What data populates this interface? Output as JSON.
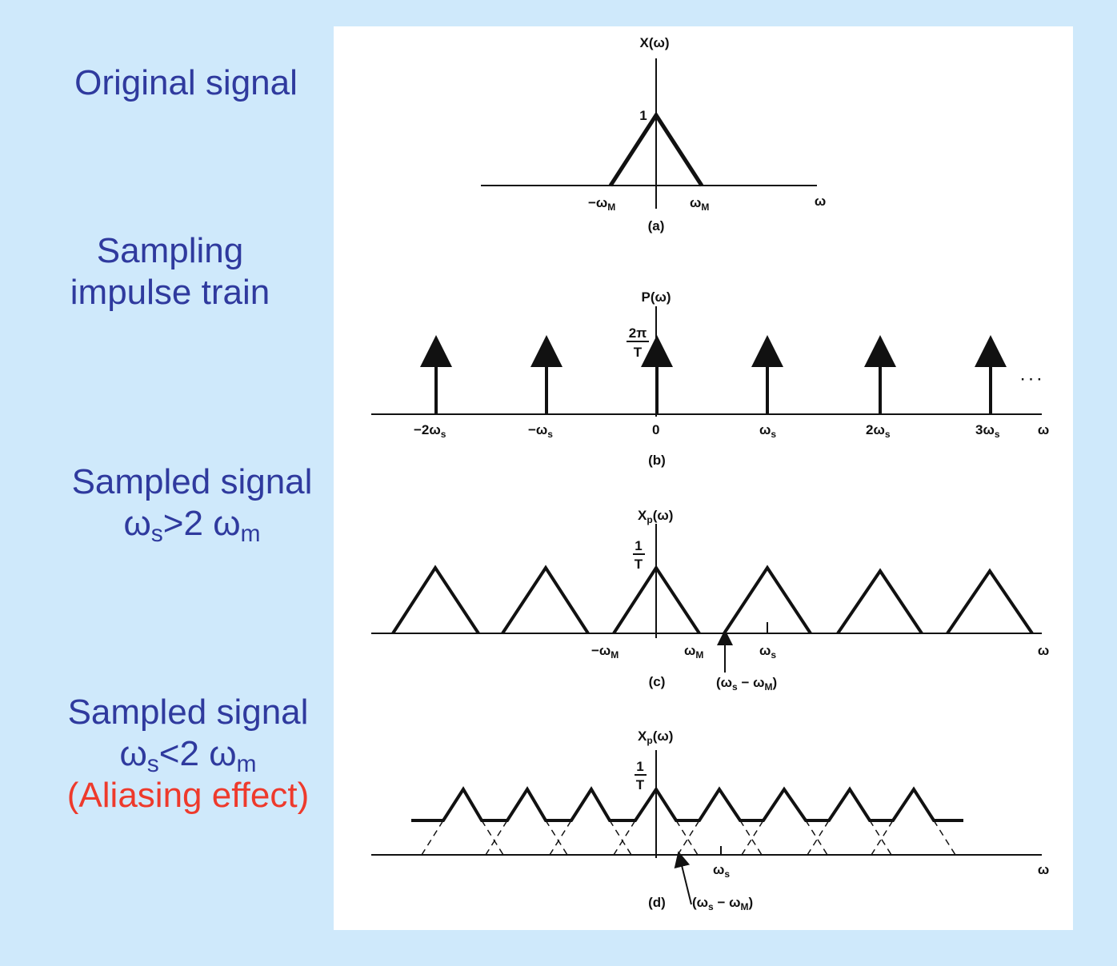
{
  "left_labels": {
    "original": "Original signal",
    "sampling_1": "Sampling",
    "sampling_2": "impulse train",
    "sampled_gt_title": "Sampled signal",
    "sampled_gt_cond_a": "ω",
    "sampled_gt_cond_a_sub": "s",
    "sampled_gt_cond_b": ">2 ω",
    "sampled_gt_cond_b_sub": "m",
    "sampled_lt_title": "Sampled signal",
    "sampled_lt_cond_a": "ω",
    "sampled_lt_cond_a_sub": "s",
    "sampled_lt_cond_b": "<2 ω",
    "sampled_lt_cond_b_sub": "m",
    "aliasing": "(Aliasing effect)"
  },
  "colors": {
    "background": "#cfe9fb",
    "label_blue": "#2f3a9e",
    "label_red": "#ee3a2c",
    "panel": "#ffffff",
    "ink": "#111111"
  },
  "figure": {
    "a": {
      "ylabel": "X(ω)",
      "peak": "1",
      "neg_wm": "−ω",
      "neg_wm_sub": "M",
      "wm": "ω",
      "wm_sub": "M",
      "xlabel": "ω",
      "caption": "(a)"
    },
    "b": {
      "ylabel": "P(ω)",
      "height_num": "2π",
      "height_den": "T",
      "ticks": [
        {
          "main": "−2ω",
          "sub": "s"
        },
        {
          "main": "−ω",
          "sub": "s"
        },
        {
          "main": "0",
          "sub": ""
        },
        {
          "main": "ω",
          "sub": "s"
        },
        {
          "main": "2ω",
          "sub": "s"
        },
        {
          "main": "3ω",
          "sub": "s"
        }
      ],
      "ellipsis": "· · ·",
      "xlabel": "ω",
      "caption": "(b)"
    },
    "c": {
      "ylabel": "X",
      "ylabel_sub": "p",
      "ylabel_arg": "(ω)",
      "height_num": "1",
      "height_den": "T",
      "neg_wm": "−ω",
      "neg_wm_sub": "M",
      "wm": "ω",
      "wm_sub": "M",
      "ws": "ω",
      "ws_sub": "s",
      "diff_a": "(ω",
      "diff_a_sub": "s",
      "diff_b": " − ω",
      "diff_b_sub": "M",
      "diff_c": ")",
      "xlabel": "ω",
      "caption": "(c)"
    },
    "d": {
      "ylabel": "X",
      "ylabel_sub": "p",
      "ylabel_arg": "(ω)",
      "height_num": "1",
      "height_den": "T",
      "ws": "ω",
      "ws_sub": "s",
      "diff_a": "(ω",
      "diff_a_sub": "s",
      "diff_b": " − ω",
      "diff_b_sub": "M",
      "diff_c": ")",
      "xlabel": "ω",
      "caption": "(d)"
    }
  }
}
